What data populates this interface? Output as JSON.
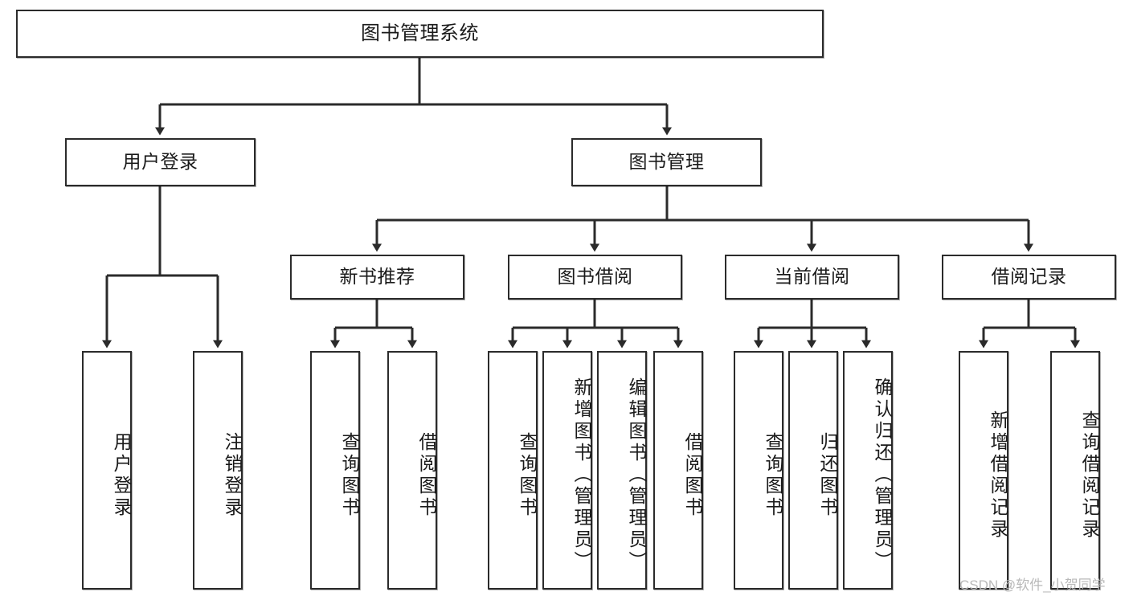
{
  "diagram": {
    "type": "hierarchy-tree",
    "title": "图书管理系统",
    "orientation": "top-down",
    "colors": {
      "box_border": "#2b2b2b",
      "box_fill": "#ffffff",
      "connector": "#2b2b2b",
      "text": "#1a1a1a",
      "watermark": "#b9b9b9"
    },
    "levels": {
      "level1": [
        "图书管理系统"
      ],
      "level2": [
        "用户登录",
        "图书管理"
      ],
      "level3": [
        "新书推荐",
        "图书借阅",
        "当前借阅",
        "借阅记录"
      ],
      "level4": [
        "用户登录",
        "注销登录",
        "查询图书",
        "借阅图书",
        "查询图书",
        "新增图书（管理员）",
        "编辑图书（管理员）",
        "借阅图书",
        "查询图书",
        "归还图书",
        "确认归还（管理员）",
        "新增借阅记录",
        "查询借阅记录"
      ]
    }
  },
  "root": {
    "label": "图书管理系统"
  },
  "branches": [
    {
      "label": "用户登录",
      "children": [],
      "leaves": [
        {
          "label": "用户登录"
        },
        {
          "label": "注销登录"
        }
      ]
    },
    {
      "label": "图书管理",
      "children": [
        {
          "label": "新书推荐",
          "leaves": [
            {
              "label": "查询图书"
            },
            {
              "label": "借阅图书"
            }
          ]
        },
        {
          "label": "图书借阅",
          "leaves": [
            {
              "label": "查询图书"
            },
            {
              "label": "新增图书（管理员）"
            },
            {
              "label": "编辑图书（管理员）"
            },
            {
              "label": "借阅图书"
            }
          ]
        },
        {
          "label": "当前借阅",
          "leaves": [
            {
              "label": "查询图书"
            },
            {
              "label": "归还图书"
            },
            {
              "label": "确认归还（管理员）"
            }
          ]
        },
        {
          "label": "借阅记录",
          "leaves": [
            {
              "label": "新增借阅记录"
            },
            {
              "label": "查询借阅记录"
            }
          ]
        }
      ]
    }
  ],
  "nodes": {
    "root": "图书管理系统",
    "user_login": "用户登录",
    "book_manage": "图书管理",
    "new_book_rec": "新书推荐",
    "book_borrow": "图书借阅",
    "current_borrow": "当前借阅",
    "borrow_record": "借阅记录",
    "leaf_user_login": "用户登录",
    "leaf_logout": "注销登录",
    "leaf_query_book_1": "查询图书",
    "leaf_borrow_book_1": "借阅图书",
    "leaf_query_book_2": "查询图书",
    "leaf_add_book": "新增图书（管理员）",
    "leaf_edit_book": "编辑图书（管理员）",
    "leaf_borrow_book_2": "借阅图书",
    "leaf_query_book_3": "查询图书",
    "leaf_return_book": "归还图书",
    "leaf_confirm_return": "确认归还（管理员）",
    "leaf_add_record": "新增借阅记录",
    "leaf_query_record": "查询借阅记录"
  },
  "watermark": {
    "text": "CSDN @软件_小贺同学"
  }
}
